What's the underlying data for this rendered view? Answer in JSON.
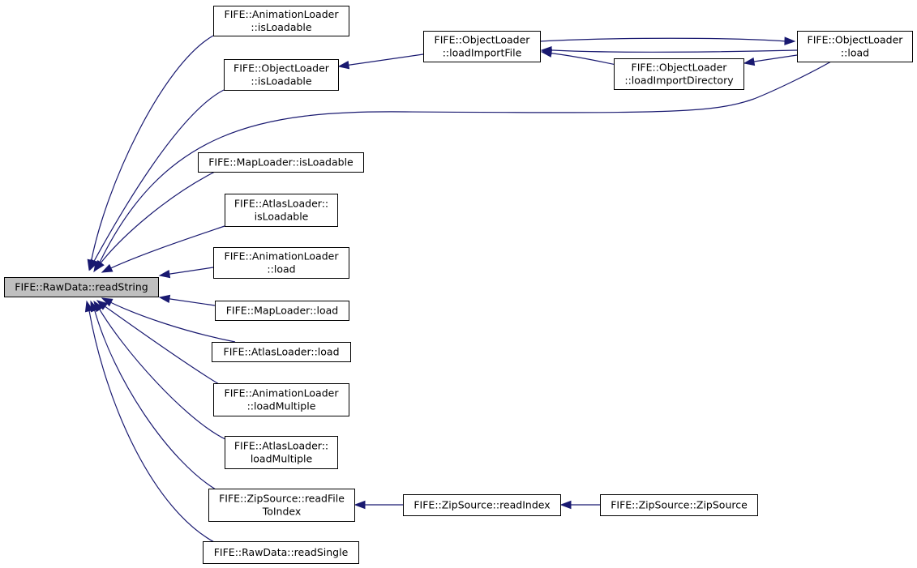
{
  "nodes": [
    {
      "id": "raw_readString",
      "lines": [
        "FIFE::RawData::readString"
      ],
      "root": true
    },
    {
      "id": "anim_isLoadable",
      "lines": [
        "FIFE::AnimationLoader",
        "::isLoadable"
      ]
    },
    {
      "id": "obj_isLoadable",
      "lines": [
        "FIFE::ObjectLoader",
        "::isLoadable"
      ]
    },
    {
      "id": "map_isLoadable",
      "lines": [
        "FIFE::MapLoader::isLoadable"
      ]
    },
    {
      "id": "atlas_isLoadable",
      "lines": [
        "FIFE::AtlasLoader::",
        "isLoadable"
      ]
    },
    {
      "id": "anim_load",
      "lines": [
        "FIFE::AnimationLoader",
        "::load"
      ]
    },
    {
      "id": "map_load",
      "lines": [
        "FIFE::MapLoader::load"
      ]
    },
    {
      "id": "atlas_load",
      "lines": [
        "FIFE::AtlasLoader::load"
      ]
    },
    {
      "id": "anim_loadMultiple",
      "lines": [
        "FIFE::AnimationLoader",
        "::loadMultiple"
      ]
    },
    {
      "id": "atlas_loadMultiple",
      "lines": [
        "FIFE::AtlasLoader::",
        "loadMultiple"
      ]
    },
    {
      "id": "zip_readFileToIndex",
      "lines": [
        "FIFE::ZipSource::readFile",
        "ToIndex"
      ]
    },
    {
      "id": "raw_readSingle",
      "lines": [
        "FIFE::RawData::readSingle"
      ]
    },
    {
      "id": "obj_loadImportFile",
      "lines": [
        "FIFE::ObjectLoader",
        "::loadImportFile"
      ]
    },
    {
      "id": "obj_loadImportDirectory",
      "lines": [
        "FIFE::ObjectLoader",
        "::loadImportDirectory"
      ]
    },
    {
      "id": "obj_load",
      "lines": [
        "FIFE::ObjectLoader",
        "::load"
      ]
    },
    {
      "id": "zip_readIndex",
      "lines": [
        "FIFE::ZipSource::readIndex"
      ]
    },
    {
      "id": "zip_ZipSource",
      "lines": [
        "FIFE::ZipSource::ZipSource"
      ]
    }
  ],
  "edges": [
    {
      "from": "anim_isLoadable",
      "to": "raw_readString"
    },
    {
      "from": "obj_isLoadable",
      "to": "raw_readString"
    },
    {
      "from": "obj_load",
      "to": "raw_readString"
    },
    {
      "from": "map_isLoadable",
      "to": "raw_readString"
    },
    {
      "from": "atlas_isLoadable",
      "to": "raw_readString"
    },
    {
      "from": "anim_load",
      "to": "raw_readString"
    },
    {
      "from": "map_load",
      "to": "raw_readString"
    },
    {
      "from": "atlas_load",
      "to": "raw_readString"
    },
    {
      "from": "anim_loadMultiple",
      "to": "raw_readString"
    },
    {
      "from": "atlas_loadMultiple",
      "to": "raw_readString"
    },
    {
      "from": "zip_readFileToIndex",
      "to": "raw_readString"
    },
    {
      "from": "raw_readSingle",
      "to": "raw_readString"
    },
    {
      "from": "obj_loadImportFile",
      "to": "obj_isLoadable"
    },
    {
      "from": "obj_loadImportFile",
      "to": "obj_load"
    },
    {
      "from": "obj_load",
      "to": "obj_loadImportFile"
    },
    {
      "from": "obj_loadImportDirectory",
      "to": "obj_loadImportFile"
    },
    {
      "from": "obj_load",
      "to": "obj_loadImportDirectory"
    },
    {
      "from": "zip_readIndex",
      "to": "zip_readFileToIndex"
    },
    {
      "from": "zip_ZipSource",
      "to": "zip_readIndex"
    }
  ],
  "colors": {
    "edge": "#191970",
    "root_fill": "#bfbfbf",
    "node_fill": "#ffffff",
    "border": "#000000"
  }
}
